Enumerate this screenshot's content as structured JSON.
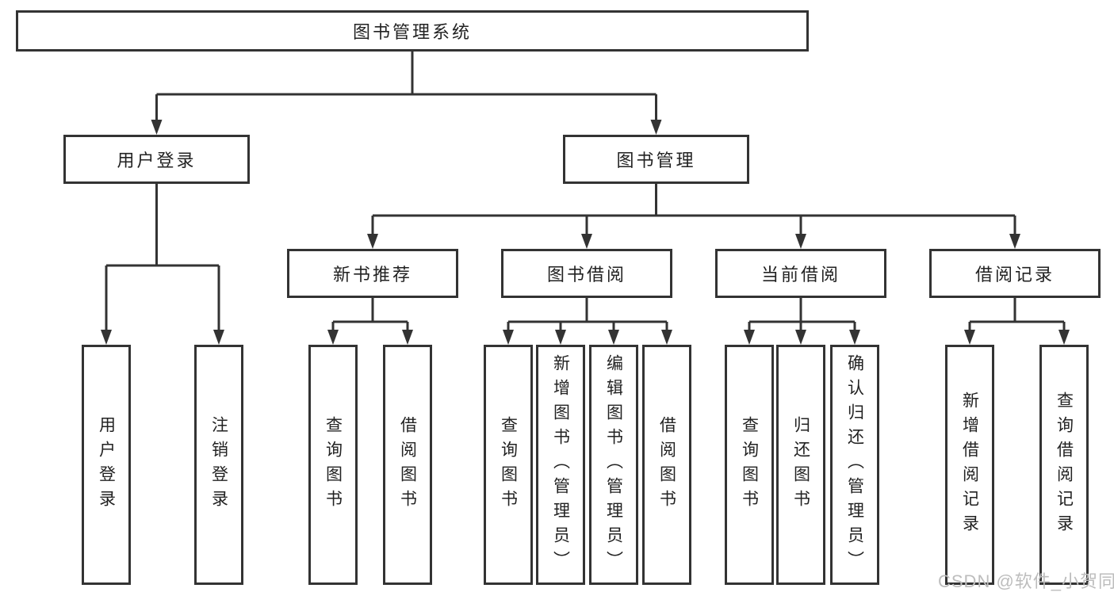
{
  "diagram": {
    "root": {
      "label": "图书管理系统"
    },
    "level2": {
      "user_login": {
        "label": "用户登录"
      },
      "book_management": {
        "label": "图书管理"
      }
    },
    "level3": {
      "new_book_recommend": {
        "label": "新书推荐"
      },
      "book_borrow": {
        "label": "图书借阅"
      },
      "current_borrow": {
        "label": "当前借阅"
      },
      "borrow_record": {
        "label": "借阅记录"
      }
    },
    "leaves": {
      "user_login": [
        "用户登录",
        "注销登录"
      ],
      "new_book_recommend": [
        "查询图书",
        "借阅图书"
      ],
      "book_borrow": [
        "查询图书",
        "新增图书（管理员）",
        "编辑图书（管理员）",
        "借阅图书"
      ],
      "current_borrow": [
        "查询图书",
        "归还图书",
        "确认归还（管理员）"
      ],
      "borrow_record": [
        "新增借阅记录",
        "查询借阅记录"
      ]
    }
  },
  "watermark": "CSDN @软件_小贺同学",
  "colors": {
    "line": "#333333",
    "text": "#222222",
    "watermark": "#bdbdbd",
    "background": "#ffffff"
  }
}
